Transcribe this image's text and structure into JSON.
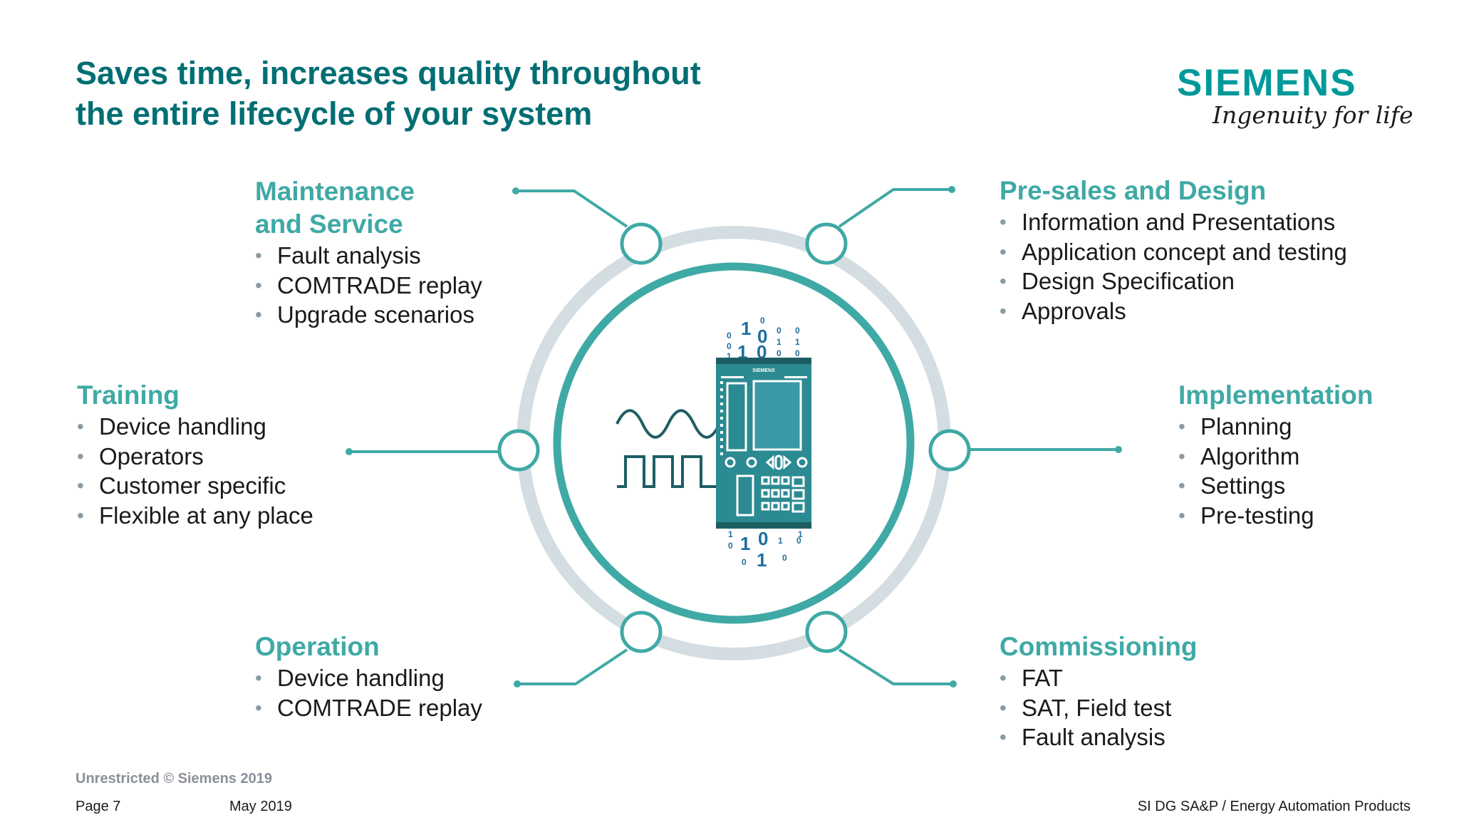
{
  "title": {
    "line1": "Saves time, increases quality throughout",
    "line2": "the entire lifecycle of your system"
  },
  "logo": {
    "wordmark": "SIEMENS",
    "tagline": "Ingenuity for life"
  },
  "device": {
    "brand": "SIEMENS",
    "binary_top": [
      "0",
      "1",
      "0",
      "0",
      "0",
      "1",
      "0",
      "1",
      "0",
      "1",
      "0",
      "0",
      "0",
      "1",
      "0",
      "1"
    ],
    "binary_bottom": [
      "1",
      "0",
      "1",
      "0",
      "0",
      "1",
      "0",
      "1",
      "0",
      "1"
    ]
  },
  "sections": {
    "maintenance": {
      "heading_line1": "Maintenance",
      "heading_line2": "and Service",
      "items": [
        "Fault analysis",
        "COMTRADE replay",
        "Upgrade scenarios"
      ]
    },
    "presales": {
      "heading": "Pre-sales and Design",
      "items": [
        "Information and Presentations",
        "Application concept and testing",
        "Design Specification",
        "Approvals"
      ]
    },
    "training": {
      "heading": "Training",
      "items": [
        "Device handling",
        "Operators",
        "Customer specific",
        "Flexible at any place"
      ]
    },
    "implementation": {
      "heading": "Implementation",
      "items": [
        "Planning",
        "Algorithm",
        "Settings",
        "Pre-testing"
      ]
    },
    "operation": {
      "heading": "Operation",
      "items": [
        "Device handling",
        "COMTRADE replay"
      ]
    },
    "commissioning": {
      "heading": "Commissioning",
      "items": [
        "FAT",
        "SAT, Field test",
        "Fault analysis"
      ]
    }
  },
  "footer": {
    "classification": "Unrestricted © Siemens 2019",
    "page": "Page 7",
    "date": "May 2019",
    "department": "SI DG SA&P / Energy Automation Products"
  },
  "colors": {
    "title": "#006e73",
    "accent": "#3fa9a5",
    "outer_ring": "#d3dde2",
    "device": "#2c8a92"
  }
}
